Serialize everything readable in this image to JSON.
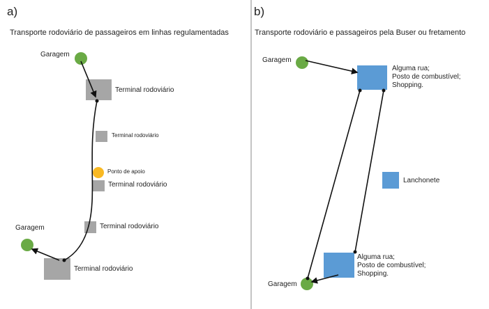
{
  "panel_a": {
    "letter": "a)",
    "title": "Transporte rodoviário  de passageiros em linhas regulamentadas",
    "labels": {
      "garagem_top": "Garagem",
      "terminal_1": "Terminal rodoviário",
      "terminal_2": "Terminal  rodoviário",
      "ponto_apoio": "Ponto de apoio",
      "terminal_3": "Terminal rodoviário",
      "terminal_4": "Terminal rodoviário",
      "garagem_bottom": "Garagem",
      "terminal_5": "Terminal rodoviário"
    }
  },
  "panel_b": {
    "letter": "b)",
    "title": "Transporte rodoviário  e passageiros pela Buser ou fretamento",
    "labels": {
      "garagem_top": "Garagem",
      "stop_top": "Alguma rua;\nPosto de combustível;\nShopping.",
      "lanchonete": "Lanchonete",
      "stop_bottom": "Alguma rua;\nPosto de combustível;\nShopping.",
      "garagem_bottom": "Garagem"
    }
  },
  "colors": {
    "garage_green": "#6aaa45",
    "terminal_gray": "#a6a6a6",
    "apoio_orange": "#f9b923",
    "stop_blue": "#5b9bd5",
    "divider": "#888888",
    "line": "#111111"
  }
}
